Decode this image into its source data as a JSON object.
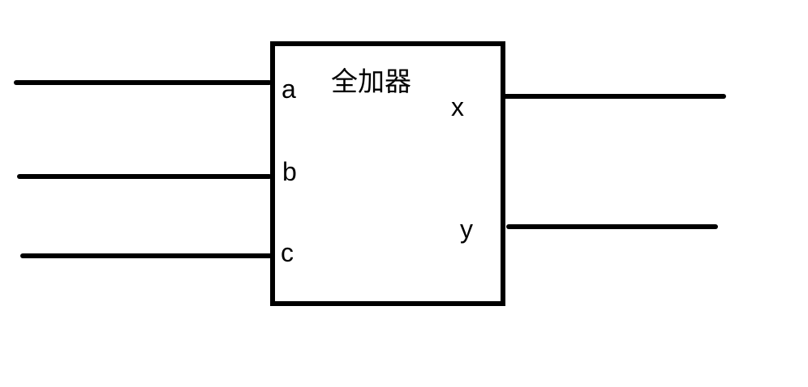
{
  "diagram": {
    "title": "全加器",
    "inputs": [
      {
        "label": "a"
      },
      {
        "label": "b"
      },
      {
        "label": "c"
      }
    ],
    "outputs": [
      {
        "label": "x"
      },
      {
        "label": "y"
      }
    ],
    "colors": {
      "line": "#000000",
      "text": "#000000",
      "background": "#ffffff"
    }
  }
}
